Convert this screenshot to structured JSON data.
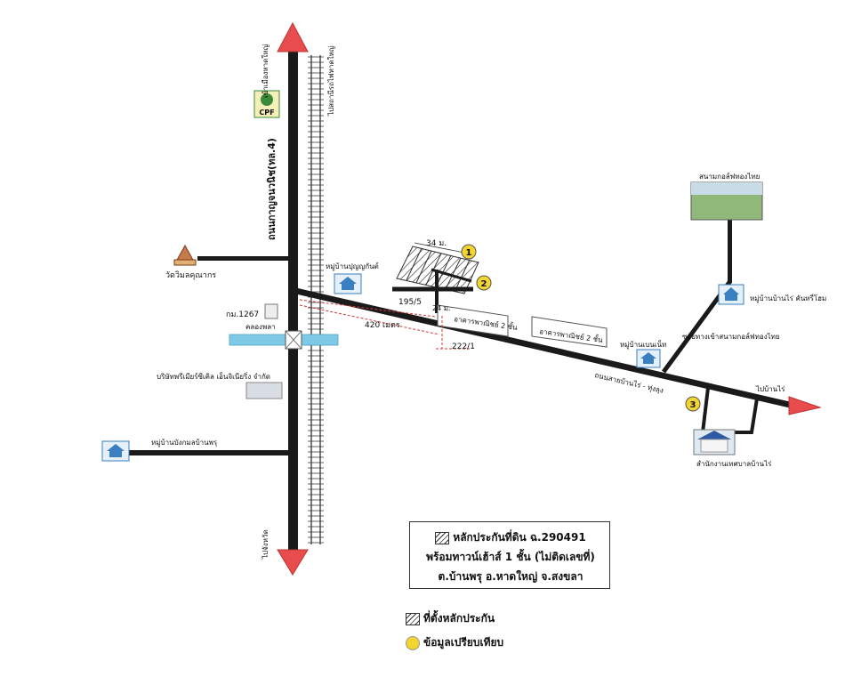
{
  "roads": {
    "highway_name": "ถนนกาญจนวนิช(ทล.4)",
    "to_north": "เข้าเมืองหาดใหญ่",
    "to_south": "ไปจังหวัด",
    "railway_north": "ไปสถานีรถไฟหาดใหญ่",
    "ban_rai_road": "ถนนสายบ้านไร่ - ทุ่งลุง",
    "to_ban_rai": "ไปบ้านไร่",
    "golf_road": "ซอยทางเข้าสนามกอล์ฟทองไทย"
  },
  "places": {
    "cpf": "CPF",
    "temple": "วัดวิมลคุณากร",
    "km_marker": "กม.1267",
    "canal": "คลองพลา",
    "company": "บริษัทพรีเมียร์ซีเคิล เอ็นจิเนียริ่ง จำกัด",
    "village_bang_mak": "หมู่บ้านบังกมลบ้านพรุ",
    "village_punyakan": "หมู่บ้านปุญญกันต์",
    "village_bennet": "หมู่บ้านเบนเน็ท",
    "village_ban_rai_khanthong": "หมู่บ้านบ้านไร่ คันทรี่โฮม",
    "golf_course": "สนามกอล์ฟทองไทย",
    "municipality": "สำนักงานเทศบาลบ้านไร่"
  },
  "measurements": {
    "width_34": "34 ม.",
    "width_24": "24 ม.",
    "distance_420": "420 เมตร",
    "house_no_195": "195/5",
    "house_no_222": "222/1",
    "commercial_1": "อาคารพาณิชย์ 2 ชั้น",
    "commercial_2": "อาคารพาณิชย์ 2 ชั้น"
  },
  "markers": {
    "m1": "1",
    "m2": "2",
    "m3": "3"
  },
  "legend": {
    "line1": "หลักประกันที่ดิน ฉ.290491",
    "line2": "พร้อมทาวน์เฮ้าส์ 1 ชั้น (ไม่ติดเลขที่)",
    "line3": "ต.บ้านพรุ อ.หาดใหญ่ จ.สงขลา",
    "key_collateral": "ที่ตั้งหลักประกัน",
    "key_comparison": "ข้อมูลเปรียบเทียบ"
  },
  "colors": {
    "road": "#1a1a1a",
    "arrow": "#e84c4c",
    "marker": "#f2d52e",
    "canal": "#7fc9e6",
    "dashed": "#d23a3a",
    "village_icon": "#3a7fc1"
  }
}
